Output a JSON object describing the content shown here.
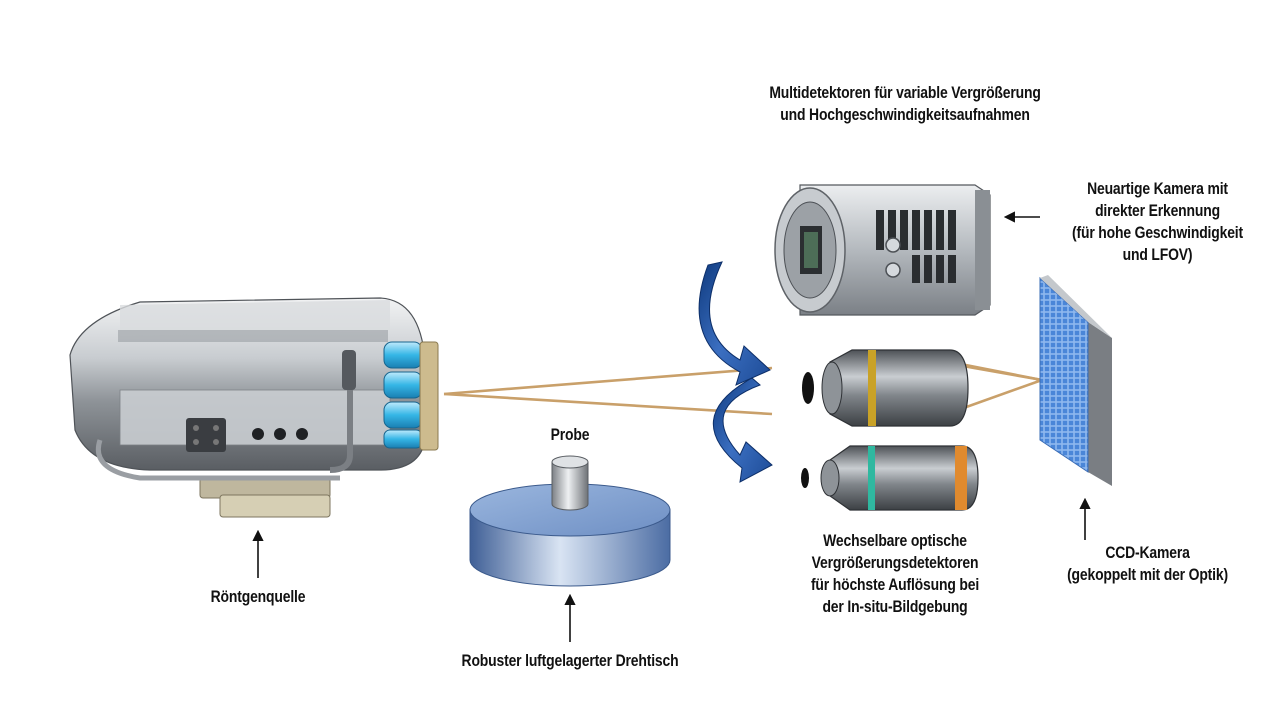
{
  "labels": {
    "multidetector": [
      "Multidetektoren für variable Vergrößerung",
      "und Hochgeschwindigkeitsaufnahmen"
    ],
    "camera": [
      "Neuartige Kamera mit",
      "direkter Erkennung",
      "(für hohe Geschwindigkeit",
      "und LFOV)"
    ],
    "probe": [
      "Probe"
    ],
    "xray": [
      "Röntgenquelle"
    ],
    "stage": [
      "Robuster luftgelagerter Drehtisch"
    ],
    "optics": [
      "Wechselbare optische",
      "Vergrößerungsdetektoren",
      "für höchste Auflösung bei",
      "der In-situ-Bildgebung"
    ],
    "ccd": [
      "CCD-Kamera",
      "(gekoppelt mit der Optik)"
    ]
  },
  "icons": [
    "x-ray-source-icon",
    "rotation-stage-icon",
    "sample-cylinder-icon",
    "direct-detection-camera-icon",
    "objective-lens-icon",
    "ccd-detector-panel-icon",
    "swap-arrow-icon",
    "pointer-arrow-icon"
  ],
  "colors": {
    "beam": "#c9a06a",
    "arrow_blue": "#1f4f9a",
    "metal_dark": "#6a6e73",
    "metal_light": "#e4e7ea",
    "accent_cyan": "#35b6e6",
    "stage_blue": "#7f9fcc",
    "grid_blue": "#4a86d8",
    "lens_gold": "#c9a227",
    "lens_teal": "#2fb8a0",
    "lens_orange": "#e08a2e"
  }
}
